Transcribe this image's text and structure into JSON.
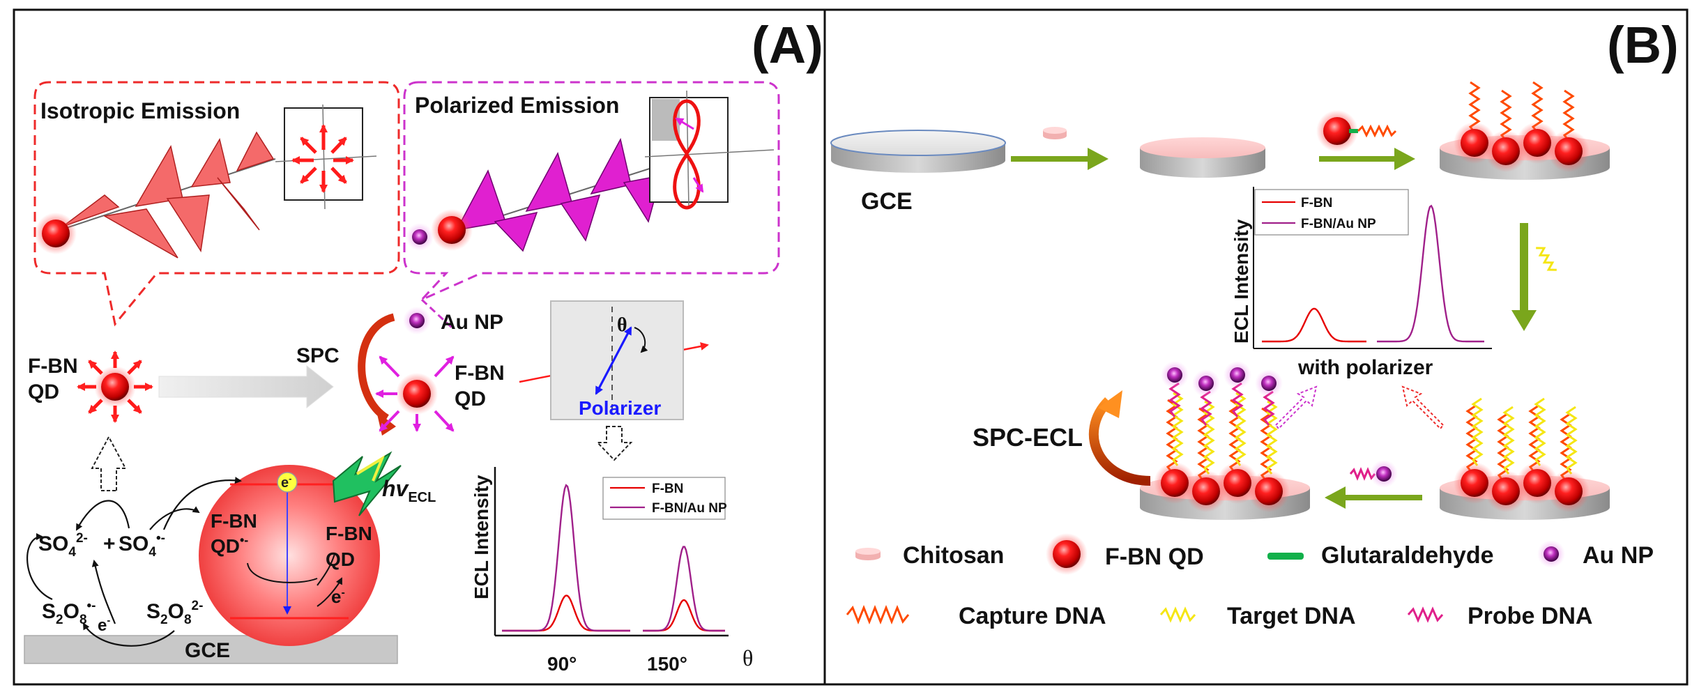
{
  "panel_a": {
    "label": "(A)",
    "isotropic_emission": "Isotropic Emission",
    "polarized_emission": "Polarized Emission",
    "au_np": "Au NP",
    "spc": "SPC",
    "fbn_line1": "F-BN",
    "fbn_line2": "QD",
    "polarizer": "Polarizer",
    "theta": "θ",
    "gce": "GCE",
    "electron": "e",
    "electron_sup": "-",
    "hv": "hv",
    "hv_sub": "ECL",
    "chem": {
      "so4_2": "SO",
      "so4_2_sub": "4",
      "so4_2_sup": "2-",
      "plus": "+",
      "so4_rad": "SO",
      "so4_rad_sub": "4",
      "so4_rad_sup": "•-",
      "s2o8_rad": "S",
      "s2o8_rad_sub1": "2",
      "s2o8_rad_mid": "O",
      "s2o8_rad_sub2": "8",
      "s2o8_rad_sup": "•-",
      "s2o8": "S",
      "s2o8_sub1": "2",
      "s2o8_mid": "O",
      "s2o8_sub2": "8",
      "s2o8_sup": "2-",
      "e_minus": "e",
      "e_minus_sup": "-",
      "qd_rad_line1": "F-BN",
      "qd_rad_line2": "QD",
      "qd_rad_sup": "•-",
      "qd_line1": "F-BN",
      "qd_line2": "QD"
    }
  },
  "panel_b": {
    "label": "(B)",
    "gce": "GCE",
    "spc_ecl": "SPC-ECL",
    "with_polarizer": "with polarizer",
    "legend": {
      "chitosan": "Chitosan",
      "fbn_qd": "F-BN QD",
      "glutaraldehyde": "Glutaraldehyde",
      "au_np": "Au NP",
      "capture_dna": "Capture DNA",
      "target_dna": "Target DNA",
      "probe_dna": "Probe DNA"
    }
  },
  "colors": {
    "fbn": "#e60000",
    "fbn_au": "#a0208a",
    "magenta": "#cc00cc",
    "arrow_green": "#7aa61c",
    "dna_yellow": "#f5e614",
    "dna_orange": "#ff4a00",
    "dna_pink": "#e0208a",
    "glut_green": "#12b04a",
    "polarizer_blue": "#1a1aff"
  },
  "chart_data": [
    {
      "type": "line",
      "title": "",
      "xlabel": "θ",
      "ylabel": "ECL Intensity",
      "x_ticks": [
        "90°",
        "150°"
      ],
      "series": [
        {
          "name": "F-BN",
          "color": "#e60000",
          "peaks": [
            {
              "x": "90°",
              "value": 0.23
            },
            {
              "x": "150°",
              "value": 0.2
            }
          ]
        },
        {
          "name": "F-BN/Au NP",
          "color": "#a0208a",
          "peaks": [
            {
              "x": "90°",
              "value": 0.95
            },
            {
              "x": "150°",
              "value": 0.55
            }
          ]
        }
      ]
    },
    {
      "type": "line",
      "title": "",
      "xlabel": "with polarizer",
      "ylabel": "ECL Intensity",
      "series": [
        {
          "name": "F-BN",
          "color": "#e60000",
          "peak": 0.23
        },
        {
          "name": "F-BN/Au NP",
          "color": "#a0208a",
          "peak": 0.95
        }
      ]
    }
  ]
}
